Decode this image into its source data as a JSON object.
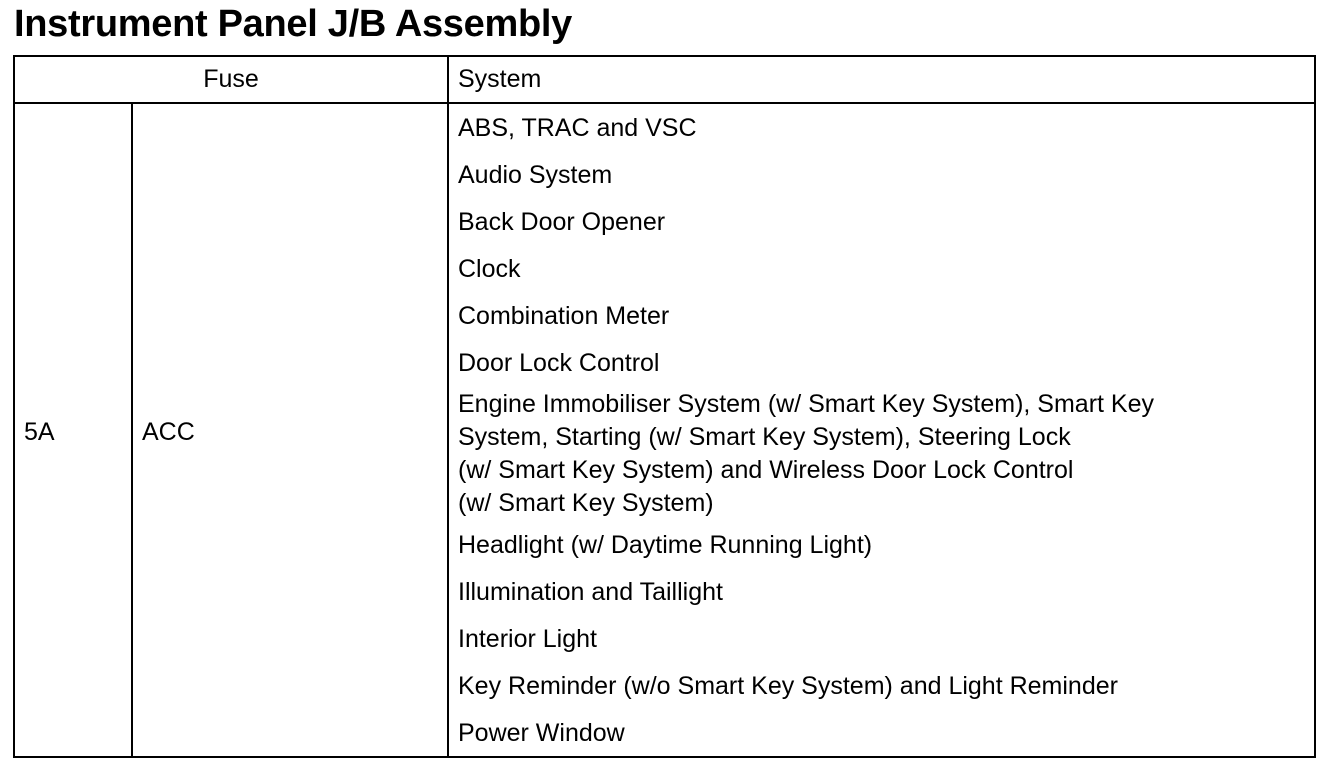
{
  "title": "Instrument Panel J/B Assembly",
  "table": {
    "headers": {
      "fuse": "Fuse",
      "system": "System"
    },
    "rows": [
      {
        "amperage": "5A",
        "fuse_name": "ACC",
        "systems": [
          {
            "lines": [
              "ABS, TRAC and VSC"
            ]
          },
          {
            "lines": [
              "Audio System"
            ]
          },
          {
            "lines": [
              "Back Door Opener"
            ]
          },
          {
            "lines": [
              "Clock"
            ]
          },
          {
            "lines": [
              "Combination Meter"
            ]
          },
          {
            "lines": [
              "Door Lock Control"
            ]
          },
          {
            "lines": [
              "Engine Immobiliser System (w/ Smart Key System), Smart Key",
              "System, Starting (w/ Smart Key System), Steering Lock",
              "(w/ Smart Key System) and Wireless Door Lock Control",
              "(w/ Smart Key System)"
            ]
          },
          {
            "lines": [
              "Headlight (w/ Daytime Running Light)"
            ]
          },
          {
            "lines": [
              "Illumination and Taillight"
            ]
          },
          {
            "lines": [
              "Interior Light"
            ]
          },
          {
            "lines": [
              "Key Reminder (w/o Smart Key System) and Light Reminder"
            ]
          },
          {
            "lines": [
              "Power Window"
            ]
          }
        ]
      }
    ]
  }
}
